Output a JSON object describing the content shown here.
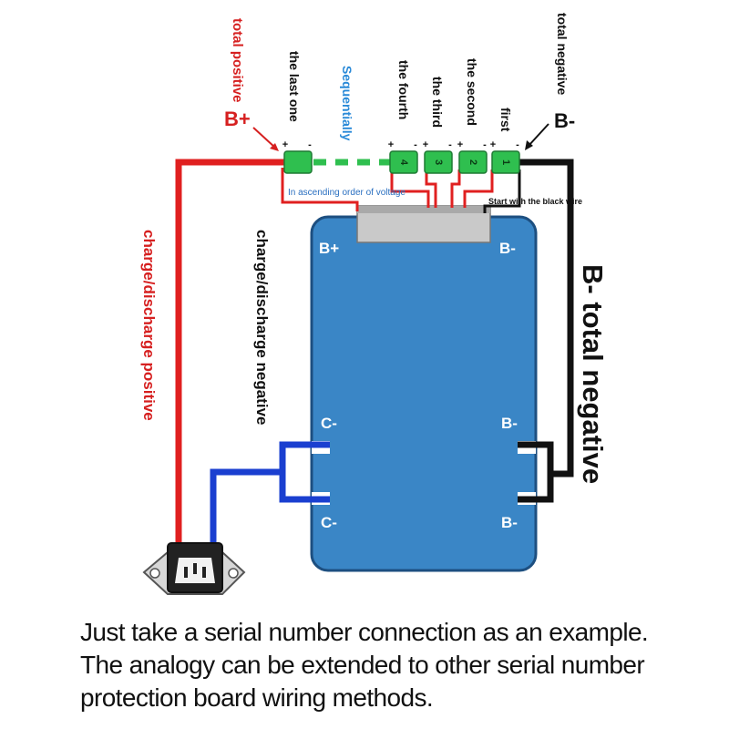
{
  "colors": {
    "board_fill": "#3a86c6",
    "board_stroke": "#1d4f80",
    "positive_wire": "#e02020",
    "negative_wire": "#111111",
    "charge_wire": "#1a3fd0",
    "cell_fill": "#2fbf4f",
    "label_red": "#d62020",
    "label_blue": "#2a8ad8"
  },
  "top_labels": {
    "total_positive": "total positive",
    "b_plus": "B+",
    "the_last_one": "the last one",
    "sequentially": "Sequentially",
    "the_fourth": "the fourth",
    "the_third": "the third",
    "the_second": "the second",
    "first": "first",
    "total_negative": "total negative",
    "b_minus": "B-"
  },
  "cells": [
    {
      "id": "last",
      "number": ""
    },
    {
      "id": "fourth",
      "number": "4"
    },
    {
      "id": "third",
      "number": "3"
    },
    {
      "id": "second",
      "number": "2"
    },
    {
      "id": "first",
      "number": "1"
    }
  ],
  "polarity": {
    "plus": "+",
    "minus": "-"
  },
  "notes": {
    "ascending": "In ascending order of voltage",
    "black_wire": "Start with the black wire"
  },
  "board_pins": {
    "b_plus": "B+",
    "b_minus_top": "B-",
    "c_minus_1": "C-",
    "b_minus_mid": "B-",
    "c_minus_2": "C-",
    "b_minus_bottom": "B-"
  },
  "side_labels": {
    "charge_positive": "charge/discharge positive",
    "charge_negative": "charge/discharge negative",
    "b_total_negative": "B- total negative"
  },
  "caption": {
    "line1": "Just take a serial number connection as an example.",
    "line2": "The analogy can be extended to other serial number",
    "line3": "protection board wiring methods."
  }
}
